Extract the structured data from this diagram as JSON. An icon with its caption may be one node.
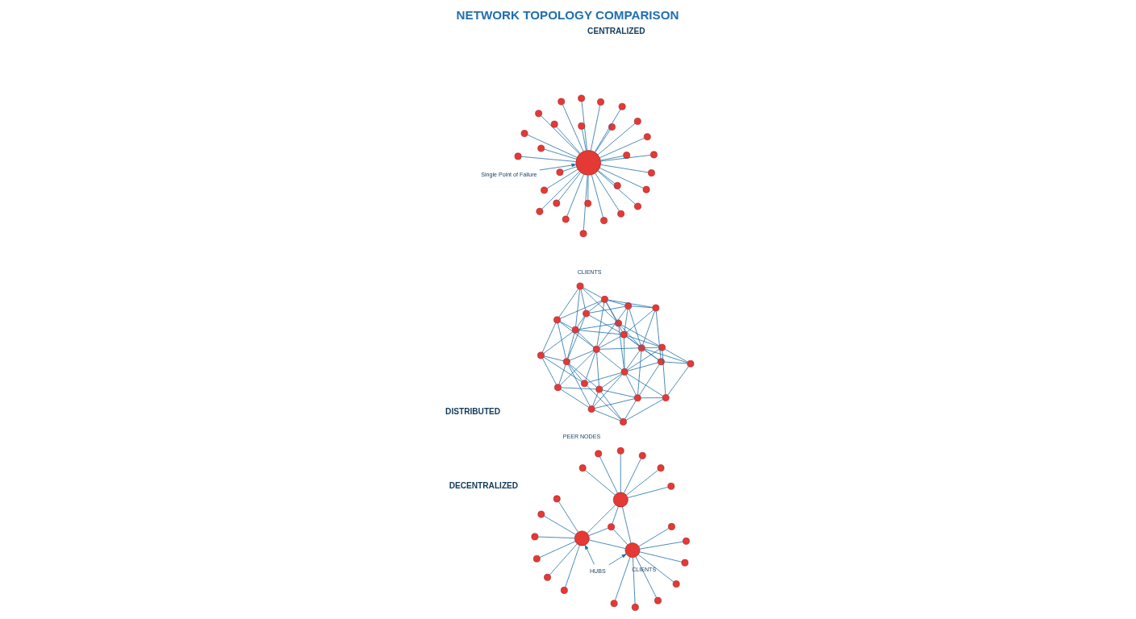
{
  "diagram": {
    "title": "NETWORK TOPOLOGY COMPARISON",
    "nodes": [
      {
        "text": [
          "Single Point of Failure"
        ]
      },
      {
        "text": [],
        "shape": "circle"
      },
      {
        "text": [],
        "shape": "circle"
      },
      {
        "text": [],
        "shape": "circle"
      },
      {
        "text": [],
        "shape": "circle"
      },
      {
        "text": [],
        "shape": "circle"
      },
      {
        "text": [],
        "shape": "circle"
      },
      {
        "text": [],
        "shape": "circle"
      },
      {
        "text": [],
        "shape": "circle"
      },
      {
        "text": [],
        "shape": "circle"
      },
      {
        "text": [],
        "shape": "circle"
      },
      {
        "text": [],
        "shape": "circle"
      },
      {
        "text": [],
        "shape": "circle"
      },
      {
        "text": [],
        "shape": "circle"
      },
      {
        "text": [],
        "shape": "circle"
      },
      {
        "text": [],
        "shape": "circle"
      },
      {
        "text": [],
        "shape": "circle"
      },
      {
        "text": [],
        "shape": "circle"
      },
      {
        "text": [],
        "shape": "circle"
      },
      {
        "text": [],
        "shape": "circle"
      },
      {
        "text": [],
        "shape": "circle"
      },
      {
        "text": [],
        "shape": "circle"
      },
      {
        "text": [],
        "shape": "circle"
      },
      {
        "text": [],
        "shape": "circle"
      },
      {
        "text": [],
        "shape": "circle"
      },
      {
        "text": [],
        "shape": "circle"
      },
      {
        "text": [],
        "shape": "circle"
      },
      {
        "text": [],
        "shape": "circle"
      },
      {
        "text": [],
        "shape": "circle"
      },
      {
        "text": [],
        "shape": "circle"
      },
      {
        "text": [
          "HUBS"
        ]
      },
      {
        "text": [],
        "shape": "circle"
      },
      {
        "text": [],
        "shape": "circle"
      },
      {
        "text": [],
        "shape": "circle"
      },
      {
        "text": [],
        "shape": "circle"
      },
      {
        "text": [],
        "shape": "circle"
      },
      {
        "text": [],
        "shape": "circle"
      },
      {
        "text": [],
        "shape": "circle"
      },
      {
        "text": [],
        "shape": "circle"
      },
      {
        "text": [],
        "shape": "circle"
      },
      {
        "text": [],
        "shape": "circle"
      },
      {
        "text": [],
        "shape": "circle"
      },
      {
        "text": [],
        "shape": "circle"
      },
      {
        "text": [],
        "shape": "circle"
      },
      {
        "text": [],
        "shape": "circle"
      },
      {
        "text": [],
        "shape": "circle"
      },
      {
        "text": [],
        "shape": "circle"
      },
      {
        "text": [],
        "shape": "circle"
      },
      {
        "text": [],
        "shape": "circle"
      },
      {
        "text": [],
        "shape": "circle"
      },
      {
        "text": [],
        "shape": "circle"
      },
      {
        "text": [],
        "shape": "circle"
      },
      {
        "text": [],
        "shape": "circle"
      },
      {
        "text": [],
        "shape": "circle"
      },
      {
        "text": [],
        "shape": "circle"
      },
      {
        "text": [],
        "shape": "circle"
      },
      {
        "text": [],
        "shape": "circle"
      },
      {
        "text": [],
        "shape": "circle"
      },
      {
        "text": [],
        "shape": "circle"
      },
      {
        "text": [],
        "shape": "circle"
      },
      {
        "text": [],
        "shape": "circle"
      },
      {
        "text": [],
        "shape": "circle"
      },
      {
        "text": [],
        "shape": "circle"
      },
      {
        "text": [],
        "shape": "circle"
      },
      {
        "text": [],
        "shape": "circle"
      },
      {
        "text": [],
        "shape": "circle"
      },
      {
        "text": [],
        "shape": "circle"
      },
      {
        "text": [],
        "shape": "circle"
      },
      {
        "text": [],
        "shape": "circle"
      },
      {
        "text": [],
        "shape": "circle"
      },
      {
        "text": [],
        "shape": "circle"
      },
      {
        "text": [],
        "shape": "circle"
      },
      {
        "text": [],
        "shape": "circle"
      },
      {
        "text": [],
        "shape": "circle"
      },
      {
        "text": [],
        "shape": "circle"
      },
      {
        "text": [],
        "shape": "circle"
      },
      {
        "text": [],
        "shape": "circle"
      },
      {
        "text": [],
        "shape": "circle"
      }
    ],
    "edges": [
      {
        "from": 0,
        "to": 1,
        "arrow": "to"
      },
      {
        "from": 1,
        "to": 2,
        "arrow": "none"
      },
      {
        "from": 1,
        "to": 3,
        "arrow": "none"
      },
      {
        "from": 1,
        "to": 4,
        "arrow": "none"
      },
      {
        "from": 1,
        "to": 5,
        "arrow": "none"
      },
      {
        "from": 1,
        "to": 6,
        "arrow": "none"
      },
      {
        "from": 1,
        "to": 7,
        "arrow": "none"
      },
      {
        "from": 1,
        "to": 8,
        "arrow": "none"
      },
      {
        "from": 1,
        "to": 9,
        "arrow": "none"
      },
      {
        "from": 1,
        "to": 10,
        "arrow": "none"
      },
      {
        "from": 1,
        "to": 11,
        "arrow": "none"
      },
      {
        "from": 1,
        "to": 12,
        "arrow": "none"
      },
      {
        "from": 1,
        "to": 13,
        "arrow": "none"
      },
      {
        "from": 1,
        "to": 14,
        "arrow": "none"
      },
      {
        "from": 1,
        "to": 15,
        "arrow": "none"
      },
      {
        "from": 1,
        "to": 16,
        "arrow": "none"
      },
      {
        "from": 1,
        "to": 17,
        "arrow": "none"
      },
      {
        "from": 1,
        "to": 18,
        "arrow": "none"
      },
      {
        "from": 1,
        "to": 19,
        "arrow": "none"
      },
      {
        "from": 1,
        "to": 20,
        "arrow": "none"
      },
      {
        "from": 1,
        "to": 21,
        "arrow": "none"
      },
      {
        "from": 1,
        "to": 22,
        "arrow": "none"
      },
      {
        "from": 1,
        "to": 23,
        "arrow": "none"
      },
      {
        "from": 1,
        "to": 24,
        "arrow": "none"
      },
      {
        "from": 1,
        "to": 25,
        "arrow": "none"
      },
      {
        "from": 1,
        "to": 26,
        "arrow": "none"
      },
      {
        "from": 1,
        "to": 27,
        "arrow": "none"
      },
      {
        "from": 1,
        "to": 28,
        "arrow": "none"
      },
      {
        "from": 1,
        "to": 29,
        "arrow": "none"
      },
      {
        "from": 30,
        "to": 31,
        "arrow": "to"
      },
      {
        "from": 30,
        "to": 38,
        "arrow": "to"
      },
      {
        "from": 31,
        "to": 32,
        "arrow": "none"
      },
      {
        "from": 31,
        "to": 33,
        "arrow": "none"
      },
      {
        "from": 31,
        "to": 34,
        "arrow": "none"
      },
      {
        "from": 31,
        "to": 35,
        "arrow": "none"
      },
      {
        "from": 31,
        "to": 36,
        "arrow": "none"
      },
      {
        "from": 31,
        "to": 37,
        "arrow": "none"
      },
      {
        "from": 31,
        "to": 38,
        "arrow": "none"
      },
      {
        "from": 31,
        "to": 46,
        "arrow": "none"
      },
      {
        "from": 31,
        "to": 47,
        "arrow": "none"
      },
      {
        "from": 38,
        "to": 39,
        "arrow": "none"
      },
      {
        "from": 38,
        "to": 40,
        "arrow": "none"
      },
      {
        "from": 38,
        "to": 41,
        "arrow": "none"
      },
      {
        "from": 38,
        "to": 42,
        "arrow": "none"
      },
      {
        "from": 38,
        "to": 43,
        "arrow": "none"
      },
      {
        "from": 38,
        "to": 44,
        "arrow": "none"
      },
      {
        "from": 38,
        "to": 45,
        "arrow": "none"
      },
      {
        "from": 38,
        "to": 46,
        "arrow": "none"
      },
      {
        "from": 38,
        "to": 47,
        "arrow": "none"
      },
      {
        "from": 46,
        "to": 47,
        "arrow": "none"
      },
      {
        "from": 47,
        "to": 48,
        "arrow": "none"
      },
      {
        "from": 47,
        "to": 49,
        "arrow": "none"
      },
      {
        "from": 47,
        "to": 50,
        "arrow": "none"
      },
      {
        "from": 47,
        "to": 51,
        "arrow": "none"
      },
      {
        "from": 47,
        "to": 52,
        "arrow": "none"
      },
      {
        "from": 47,
        "to": 53,
        "arrow": "none"
      },
      {
        "from": 54,
        "to": 55,
        "arrow": "none"
      },
      {
        "from": 54,
        "to": 56,
        "arrow": "none"
      },
      {
        "from": 54,
        "to": 64,
        "arrow": "none"
      },
      {
        "from": 54,
        "to": 59,
        "arrow": "none"
      },
      {
        "from": 54,
        "to": 58,
        "arrow": "none"
      },
      {
        "from": 55,
        "to": 59,
        "arrow": "none"
      },
      {
        "from": 55,
        "to": 58,
        "arrow": "none"
      },
      {
        "from": 55,
        "to": 65,
        "arrow": "none"
      },
      {
        "from": 55,
        "to": 61,
        "arrow": "none"
      },
      {
        "from": 55,
        "to": 57,
        "arrow": "none"
      },
      {
        "from": 56,
        "to": 59,
        "arrow": "none"
      },
      {
        "from": 56,
        "to": 60,
        "arrow": "none"
      },
      {
        "from": 56,
        "to": 62,
        "arrow": "none"
      },
      {
        "from": 56,
        "to": 66,
        "arrow": "none"
      },
      {
        "from": 57,
        "to": 58,
        "arrow": "none"
      },
      {
        "from": 57,
        "to": 60,
        "arrow": "none"
      },
      {
        "from": 57,
        "to": 61,
        "arrow": "none"
      },
      {
        "from": 57,
        "to": 63,
        "arrow": "none"
      },
      {
        "from": 58,
        "to": 59,
        "arrow": "none"
      },
      {
        "from": 58,
        "to": 64,
        "arrow": "none"
      },
      {
        "from": 58,
        "to": 61,
        "arrow": "none"
      },
      {
        "from": 58,
        "to": 65,
        "arrow": "none"
      },
      {
        "from": 59,
        "to": 60,
        "arrow": "none"
      },
      {
        "from": 59,
        "to": 62,
        "arrow": "none"
      },
      {
        "from": 59,
        "to": 64,
        "arrow": "none"
      },
      {
        "from": 59,
        "to": 66,
        "arrow": "none"
      },
      {
        "from": 59,
        "to": 74,
        "arrow": "none"
      },
      {
        "from": 60,
        "to": 64,
        "arrow": "none"
      },
      {
        "from": 60,
        "to": 65,
        "arrow": "none"
      },
      {
        "from": 61,
        "to": 63,
        "arrow": "none"
      },
      {
        "from": 61,
        "to": 65,
        "arrow": "none"
      },
      {
        "from": 61,
        "to": 72,
        "arrow": "none"
      },
      {
        "from": 61,
        "to": 75,
        "arrow": "none"
      },
      {
        "from": 62,
        "to": 64,
        "arrow": "none"
      },
      {
        "from": 62,
        "to": 68,
        "arrow": "none"
      },
      {
        "from": 62,
        "to": 66,
        "arrow": "none"
      },
      {
        "from": 62,
        "to": 71,
        "arrow": "none"
      },
      {
        "from": 63,
        "to": 65,
        "arrow": "none"
      },
      {
        "from": 63,
        "to": 69,
        "arrow": "none"
      },
      {
        "from": 63,
        "to": 67,
        "arrow": "none"
      },
      {
        "from": 64,
        "to": 65,
        "arrow": "none"
      },
      {
        "from": 64,
        "to": 66,
        "arrow": "none"
      },
      {
        "from": 64,
        "to": 76,
        "arrow": "none"
      },
      {
        "from": 64,
        "to": 71,
        "arrow": "none"
      },
      {
        "from": 64,
        "to": 73,
        "arrow": "none"
      },
      {
        "from": 64,
        "to": 72,
        "arrow": "none"
      },
      {
        "from": 65,
        "to": 67,
        "arrow": "none"
      },
      {
        "from": 65,
        "to": 70,
        "arrow": "none"
      },
      {
        "from": 65,
        "to": 73,
        "arrow": "none"
      },
      {
        "from": 65,
        "to": 72,
        "arrow": "none"
      },
      {
        "from": 65,
        "to": 75,
        "arrow": "none"
      },
      {
        "from": 66,
        "to": 68,
        "arrow": "none"
      },
      {
        "from": 66,
        "to": 70,
        "arrow": "none"
      },
      {
        "from": 66,
        "to": 74,
        "arrow": "none"
      },
      {
        "from": 66,
        "to": 73,
        "arrow": "none"
      },
      {
        "from": 67,
        "to": 70,
        "arrow": "none"
      },
      {
        "from": 67,
        "to": 73,
        "arrow": "none"
      },
      {
        "from": 67,
        "to": 72,
        "arrow": "none"
      },
      {
        "from": 67,
        "to": 69,
        "arrow": "none"
      },
      {
        "from": 68,
        "to": 70,
        "arrow": "none"
      },
      {
        "from": 68,
        "to": 71,
        "arrow": "none"
      },
      {
        "from": 68,
        "to": 74,
        "arrow": "none"
      },
      {
        "from": 69,
        "to": 72,
        "arrow": "none"
      },
      {
        "from": 69,
        "to": 75,
        "arrow": "none"
      },
      {
        "from": 70,
        "to": 71,
        "arrow": "none"
      },
      {
        "from": 70,
        "to": 72,
        "arrow": "none"
      },
      {
        "from": 71,
        "to": 73,
        "arrow": "none"
      },
      {
        "from": 71,
        "to": 74,
        "arrow": "none"
      },
      {
        "from": 71,
        "to": 76,
        "arrow": "none"
      },
      {
        "from": 71,
        "to": 77,
        "arrow": "none"
      },
      {
        "from": 72,
        "to": 73,
        "arrow": "none"
      },
      {
        "from": 72,
        "to": 75,
        "arrow": "none"
      },
      {
        "from": 72,
        "to": 76,
        "arrow": "none"
      },
      {
        "from": 72,
        "to": 77,
        "arrow": "none"
      },
      {
        "from": 73,
        "to": 74,
        "arrow": "none"
      },
      {
        "from": 73,
        "to": 75,
        "arrow": "none"
      },
      {
        "from": 73,
        "to": 76,
        "arrow": "none"
      },
      {
        "from": 73,
        "to": 77,
        "arrow": "none"
      },
      {
        "from": 74,
        "to": 76,
        "arrow": "none"
      },
      {
        "from": 76,
        "to": 77,
        "arrow": "none"
      },
      {
        "from": 75,
        "to": 77,
        "arrow": "none"
      }
    ],
    "labels": [
      "CENTRALIZED",
      "CLIENTS",
      "DECENTRALIZED",
      "CLIENTS",
      "DISTRIBUTED",
      "PEER NODES"
    ]
  }
}
